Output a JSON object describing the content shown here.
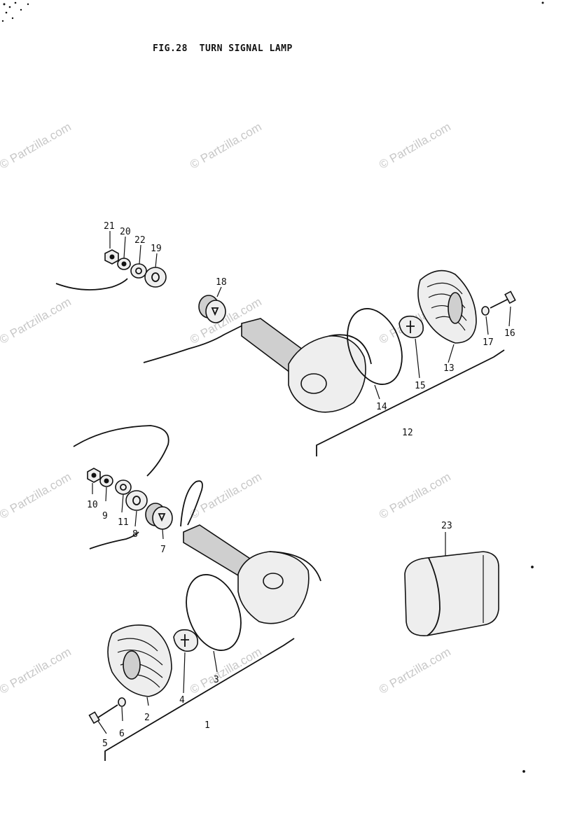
{
  "figure": {
    "title": "FIG.28  TURN SIGNAL LAMP"
  },
  "watermark": {
    "text": "© Partzilla.com"
  },
  "callouts": [
    "21",
    "20",
    "22",
    "19",
    "18",
    "14",
    "15",
    "13",
    "16",
    "17",
    "12",
    "10",
    "9",
    "11",
    "8",
    "7",
    "23",
    "3",
    "4",
    "2",
    "5",
    "6",
    "1"
  ]
}
